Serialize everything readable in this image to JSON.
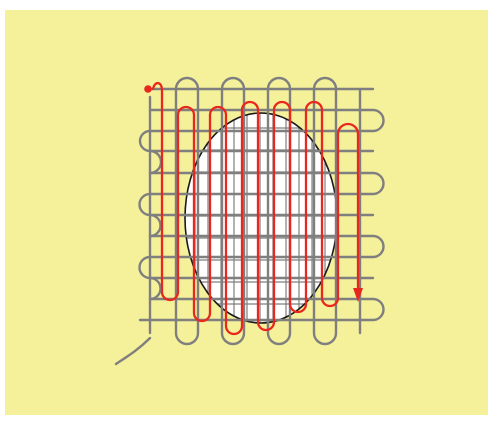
{
  "illustration": {
    "subject": "darning",
    "colors": {
      "background": "#f5f09a",
      "hole_fill": "#ffffff",
      "hole_outline": "#1a1a1a",
      "fabric_thread": "#7f7f7f",
      "darning_thread": "#e8281e"
    },
    "icons": [
      "darning-illustration",
      "start-point-dot",
      "direction-arrow-icon"
    ]
  }
}
